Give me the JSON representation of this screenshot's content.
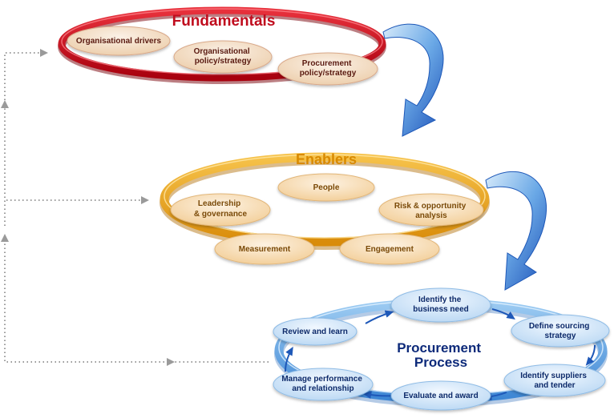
{
  "fundamentals": {
    "title": "Fundamentals",
    "items": [
      {
        "lines": [
          "Organisational drivers"
        ]
      },
      {
        "lines": [
          "Organisational",
          "policy/strategy"
        ]
      },
      {
        "lines": [
          "Procurement",
          "policy/strategy"
        ]
      }
    ]
  },
  "enablers": {
    "title": "Enablers",
    "items": [
      {
        "lines": [
          "People"
        ]
      },
      {
        "lines": [
          "Leadership",
          "& governance"
        ]
      },
      {
        "lines": [
          "Risk & opportunity",
          "analysis"
        ]
      },
      {
        "lines": [
          "Measurement"
        ]
      },
      {
        "lines": [
          "Engagement"
        ]
      }
    ]
  },
  "process": {
    "title_lines": [
      "Procurement",
      "Process"
    ],
    "steps": [
      {
        "lines": [
          "Identify the",
          "business need"
        ]
      },
      {
        "lines": [
          "Define sourcing",
          "strategy"
        ]
      },
      {
        "lines": [
          "Identify suppliers",
          "and tender"
        ]
      },
      {
        "lines": [
          "Evaluate and award"
        ]
      },
      {
        "lines": [
          "Manage performance",
          "and relationship"
        ]
      },
      {
        "lines": [
          "Review and learn"
        ]
      }
    ]
  },
  "colors": {
    "fundamentals_ring": "#c8101e",
    "enablers_ring": "#e9a21a",
    "process_ring": "#5aa2e0",
    "pill_fill": "#f5e3cf",
    "process_pill_fill": "#d6e8f8",
    "connector_arrow": "#2a6fd0",
    "feedback_line": "#999999"
  }
}
